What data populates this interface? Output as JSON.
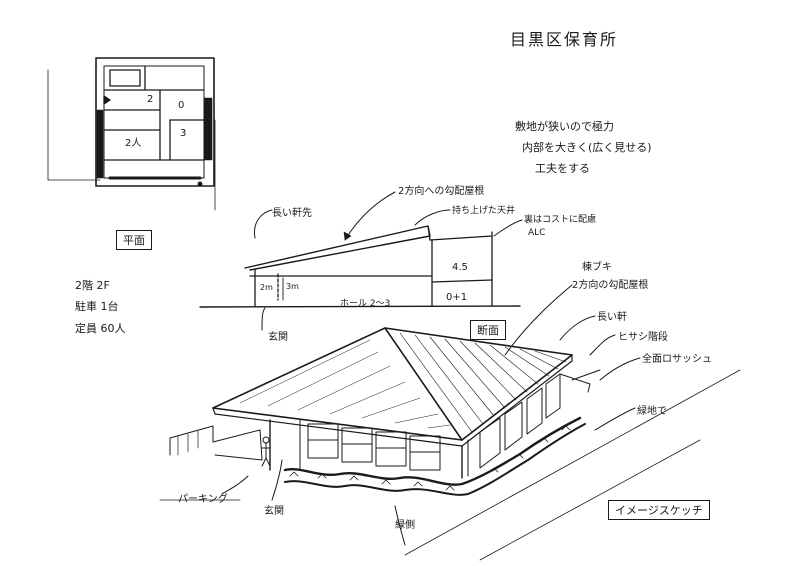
{
  "title": "目黒区保育所",
  "labels": {
    "plan": "平面",
    "section": "断面",
    "image_sketch": "イメージスケッチ"
  },
  "specs": [
    "2階 2F",
    "駐車 1台",
    "定員 60人"
  ],
  "concept": [
    "敷地が狭いので極力",
    "内部を大きく(広く見せる)",
    "工夫をする"
  ],
  "section_notes": {
    "two_way_roof": "2方向への勾配屋根",
    "long_eaves": "長い軒先",
    "pull_up_ceiling": "持ち上げた天井",
    "low_cost_roof": "裏はコストに配慮",
    "alc": "ALC",
    "dim_upper": "4.5",
    "hall": "ホール 2〜3",
    "dim_lower": "0+1",
    "dim_2m": "2m",
    "dim_3m": "3m",
    "entrance_low": "玄関"
  },
  "plan_room_labels": [
    "2",
    "0",
    "2人",
    "3"
  ],
  "perspective_notes": {
    "roof_type": "棟ブキ",
    "two_way_roof": "2方向の勾配屋根",
    "long_eaves": "長い軒",
    "high_ceiling": "ヒサシ階段",
    "full_sash": "全面ロサッシュ",
    "greenery": "緑地で",
    "parking": "パーキング",
    "entrance": "玄関",
    "green_side": "緑側"
  }
}
